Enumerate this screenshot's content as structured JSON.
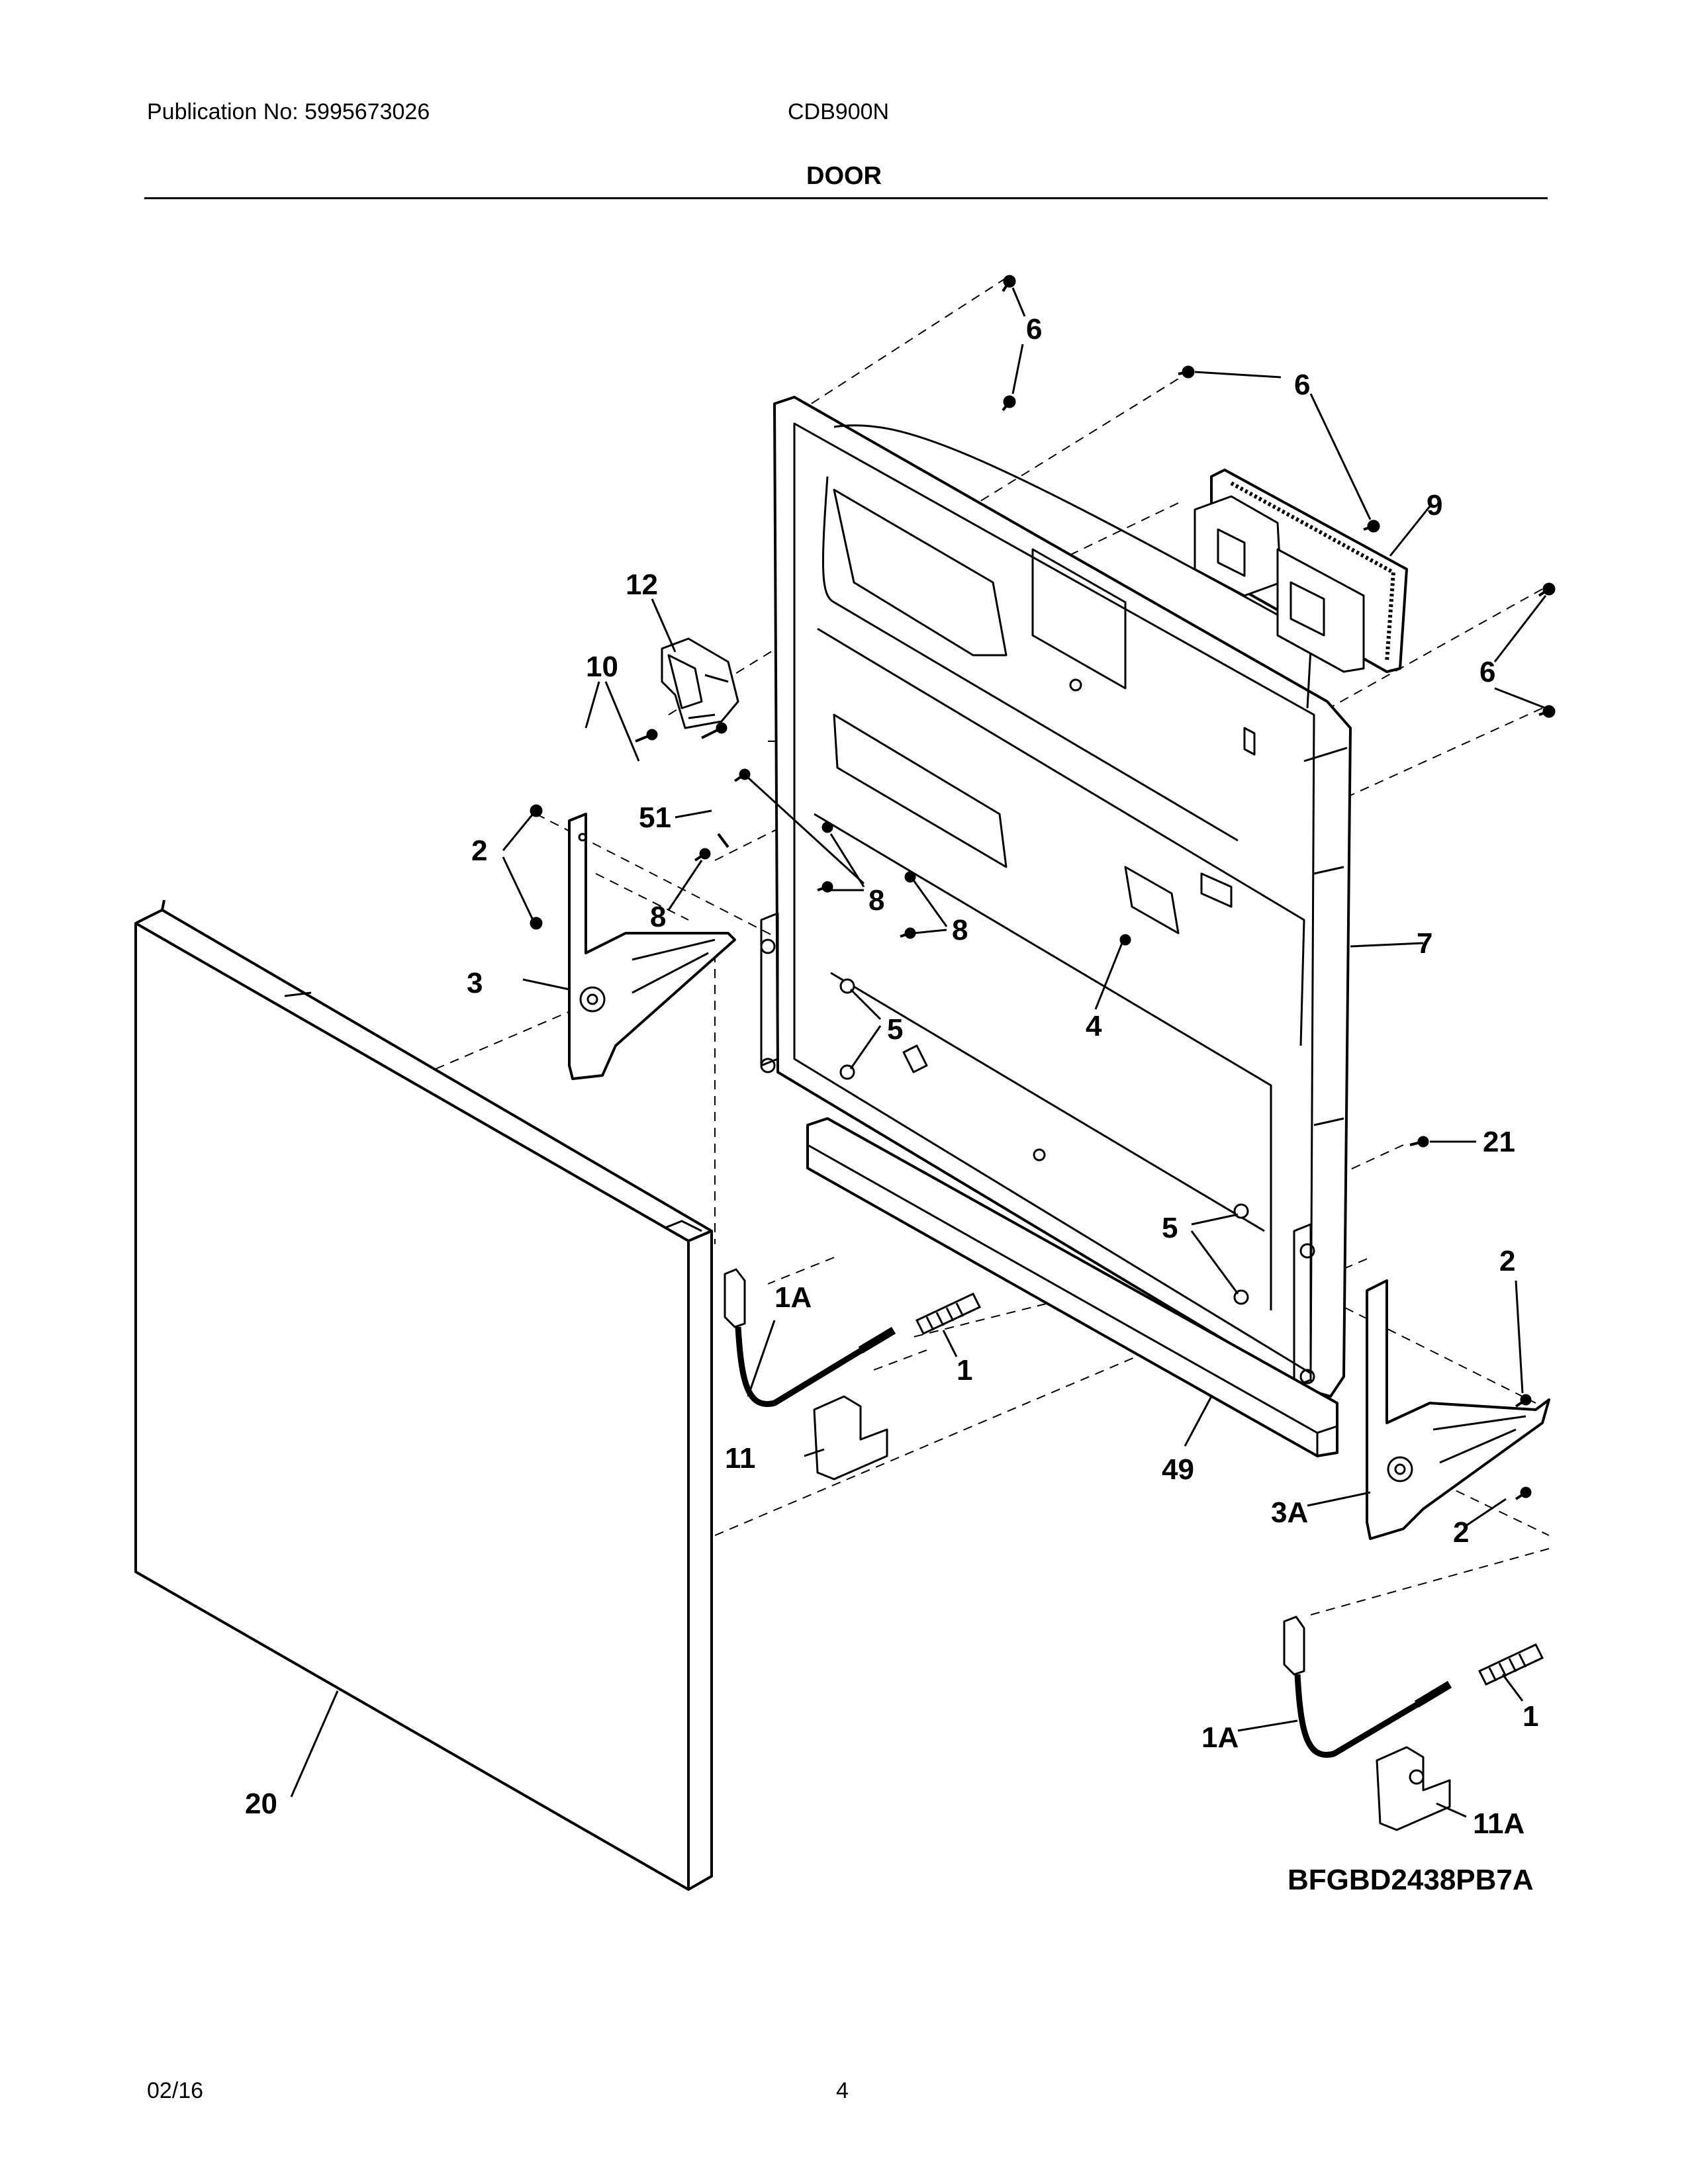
{
  "header": {
    "publication": "Publication No: 5995673026",
    "model": "CDB900N",
    "section": "DOOR"
  },
  "diagram": {
    "code": "BFGBD2438PB7A",
    "callouts": [
      "6",
      "6",
      "6",
      "9",
      "12",
      "10",
      "51",
      "2",
      "8",
      "8",
      "8",
      "3",
      "5",
      "4",
      "7",
      "21",
      "5",
      "1A",
      "1",
      "2",
      "11",
      "49",
      "3A",
      "2",
      "20",
      "1A",
      "1",
      "11A"
    ]
  },
  "footer": {
    "date": "02/16",
    "page": "4"
  }
}
